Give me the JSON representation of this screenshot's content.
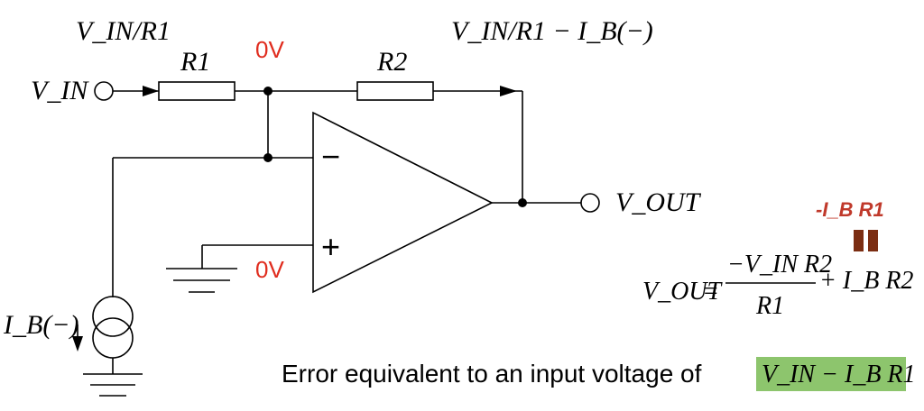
{
  "labels": {
    "vin_over_r1": "V_IN/R1",
    "r1": "R1",
    "r2": "R2",
    "zero_v_top": "0V",
    "zero_v_bottom": "0V",
    "feedback_current": "V_IN/R1 − I_B(−)",
    "vin_terminal": "V_IN",
    "vout_terminal": "V_OUT",
    "ib_source": "I_B(−)",
    "minus_sign": "−",
    "plus_sign": "+"
  },
  "annotation": {
    "text": "-I_B R1",
    "color": "#c0392b",
    "pause_color": "#7b2d12"
  },
  "equation": {
    "lhs": "V_OUT",
    "equals": "=",
    "numerator": "−V_IN R2",
    "denominator": "R1",
    "term2": "+ I_B R2"
  },
  "error_statement": {
    "text": "Error equivalent to an input voltage of",
    "highlight": "V_IN − I_B R1",
    "highlight_color": "#8dc56d"
  }
}
